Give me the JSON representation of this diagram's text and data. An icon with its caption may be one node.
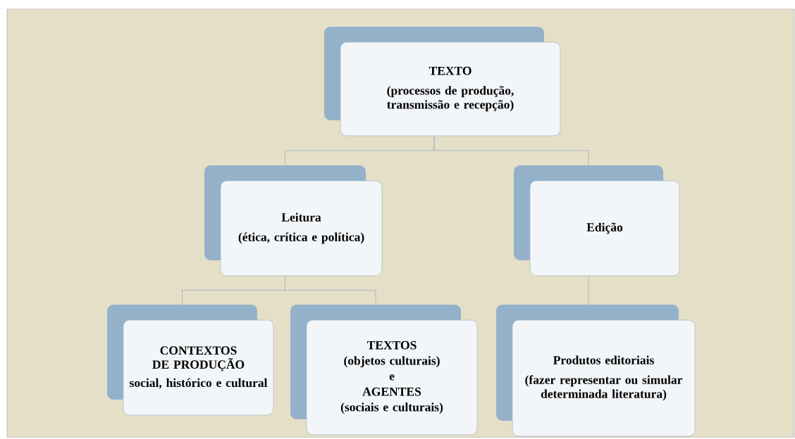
{
  "diagram": {
    "nodes": [
      {
        "text": [
          "TEXTO",
          "(processos de produção, transmissão e recepção)"
        ]
      },
      {
        "text": [
          "Leitura",
          "(ética, crítica e política)"
        ]
      },
      {
        "text": [
          "Edição"
        ]
      },
      {
        "text": [
          "CONTEXTOS DE PRODUÇÃO",
          "social, histórico e cultural"
        ]
      },
      {
        "text": [
          "TEXTOS",
          "(objetos culturais)",
          "e",
          "AGENTES",
          "(sociais e culturais)"
        ]
      },
      {
        "text": [
          "Produtos editoriais",
          "(fazer representar ou simular determinada literatura)"
        ]
      }
    ],
    "edges": [
      {
        "from": 0,
        "to": 1,
        "arrow": "none"
      },
      {
        "from": 0,
        "to": 2,
        "arrow": "none"
      },
      {
        "from": 1,
        "to": 3,
        "arrow": "none"
      },
      {
        "from": 1,
        "to": 4,
        "arrow": "none"
      },
      {
        "from": 2,
        "to": 5,
        "arrow": "none"
      }
    ]
  }
}
